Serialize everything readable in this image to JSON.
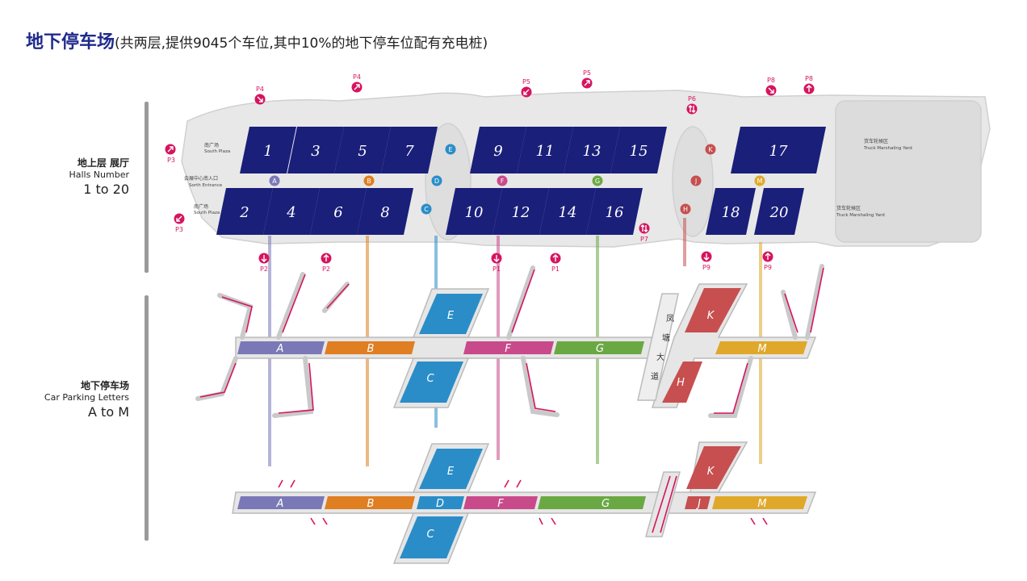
{
  "title": {
    "main": "地下停车场",
    "sub": "(共两层,提供9045个车位,其中10%的地下停车位配有充电桩)"
  },
  "levels": {
    "upper": {
      "cn": "地上层 展厅",
      "en": "Halls Number",
      "range": "1 to 20"
    },
    "lower": {
      "cn": "地下停车场",
      "en": "Car Parking Letters",
      "range": "A to M"
    }
  },
  "halls": [
    "1",
    "3",
    "5",
    "7",
    "9",
    "11",
    "13",
    "15",
    "17",
    "2",
    "4",
    "6",
    "8",
    "10",
    "12",
    "14",
    "16",
    "18",
    "20"
  ],
  "hall_color": "#1a1f7a",
  "zones": {
    "A": "#7b78b8",
    "B": "#e07e22",
    "C": "#2a8dc8",
    "D": "#2a8dc8",
    "E": "#2a8dc8",
    "F": "#c94a8a",
    "G": "#6aa843",
    "H": "#c74f4f",
    "J": "#c74f4f",
    "K": "#c74f4f",
    "M": "#e0a82a"
  },
  "labels": {
    "south_plaza_cn": "南广场",
    "south_plaza_en": "South Plaza",
    "entrance_cn": "会展中心南入口",
    "entrance_en": "Sorth Entrance",
    "truck_cn": "货车轮候区",
    "truck_en": "Truck Marshaling Yard",
    "road": [
      "凤",
      "塘",
      "大",
      "道"
    ]
  },
  "parking_signs": [
    "P1",
    "P1",
    "P2",
    "P2",
    "P3",
    "P3",
    "P4",
    "P4",
    "P5",
    "P5",
    "P6",
    "P7",
    "P8",
    "P8",
    "P9",
    "P9"
  ],
  "accent_pink": "#d6145f",
  "floor_gray": "#e6e6e6"
}
